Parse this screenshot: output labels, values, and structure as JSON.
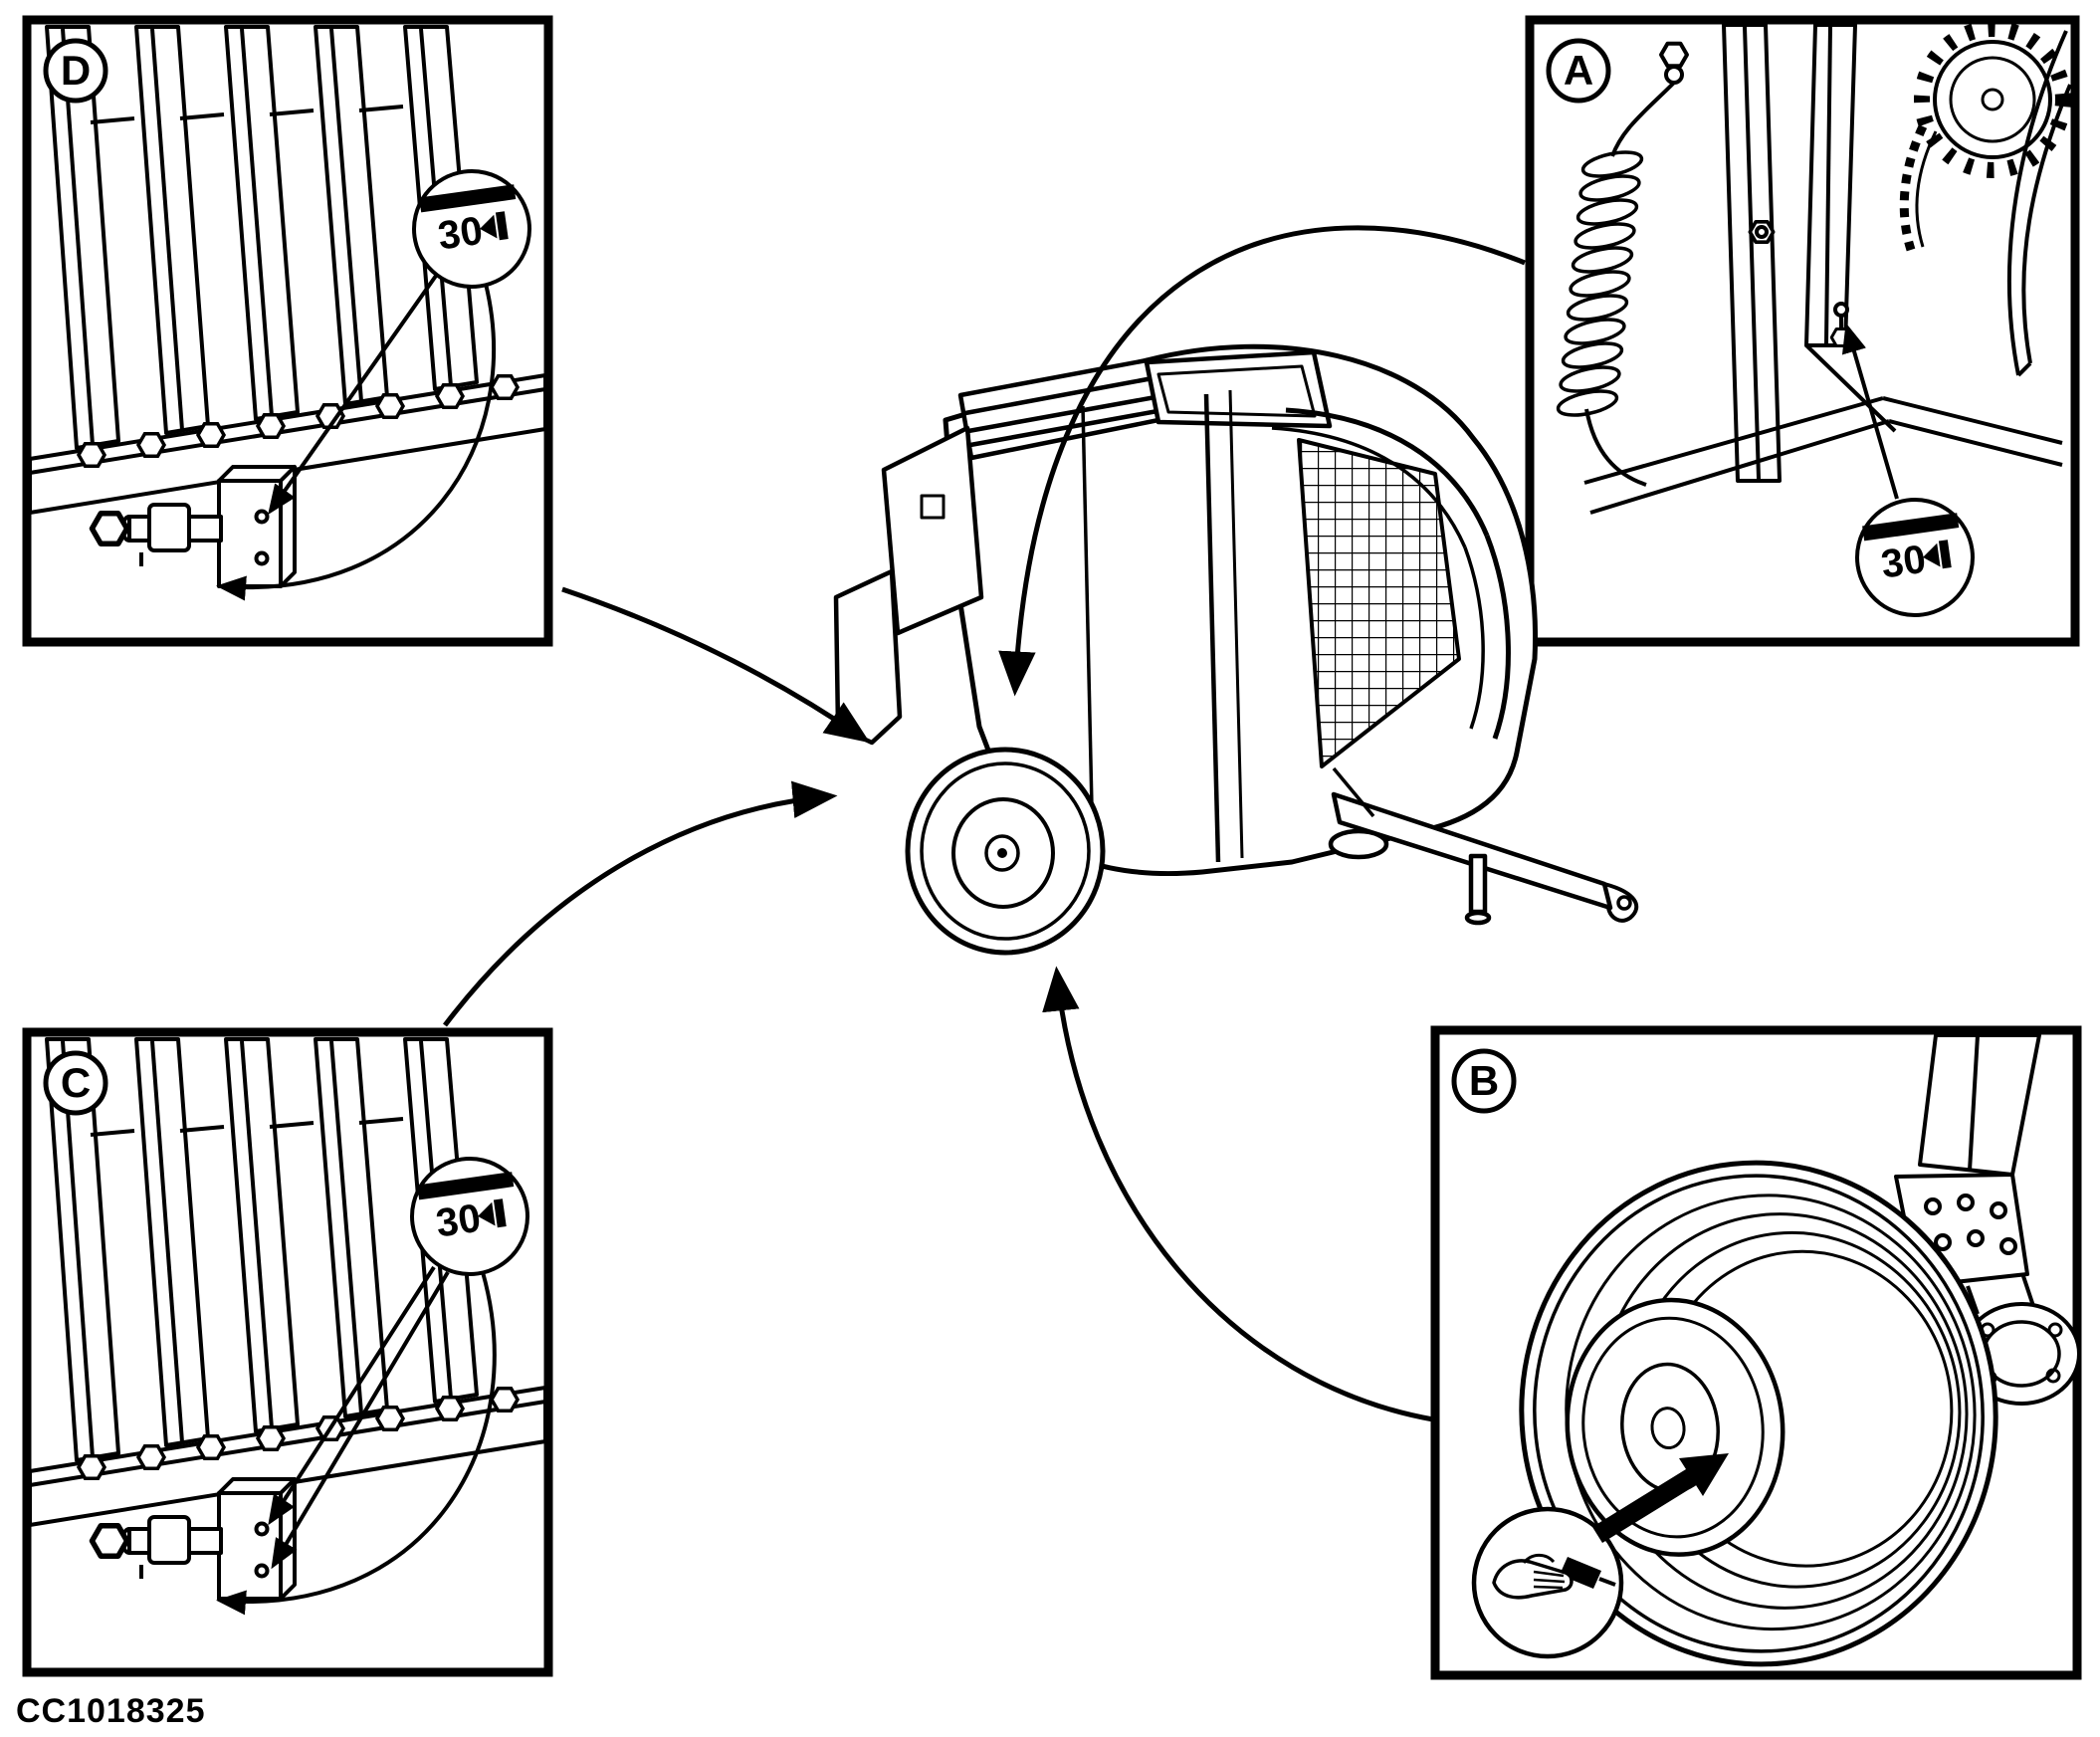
{
  "figure": {
    "caption": "CC1018325",
    "background_color": "#ffffff",
    "line_color": "#000000"
  },
  "callouts": {
    "D": {
      "label": "D",
      "position": "top-left",
      "lube_interval": "30",
      "icon": "grease-gun-interval-icon"
    },
    "A": {
      "label": "A",
      "position": "top-right",
      "lube_interval": "30",
      "icon": "grease-gun-interval-icon"
    },
    "C": {
      "label": "C",
      "position": "bottom-left",
      "lube_interval": "30",
      "icon": "grease-gun-interval-icon"
    },
    "B": {
      "label": "B",
      "position": "bottom-right",
      "icon": "hand-grease-gun-icon"
    }
  }
}
